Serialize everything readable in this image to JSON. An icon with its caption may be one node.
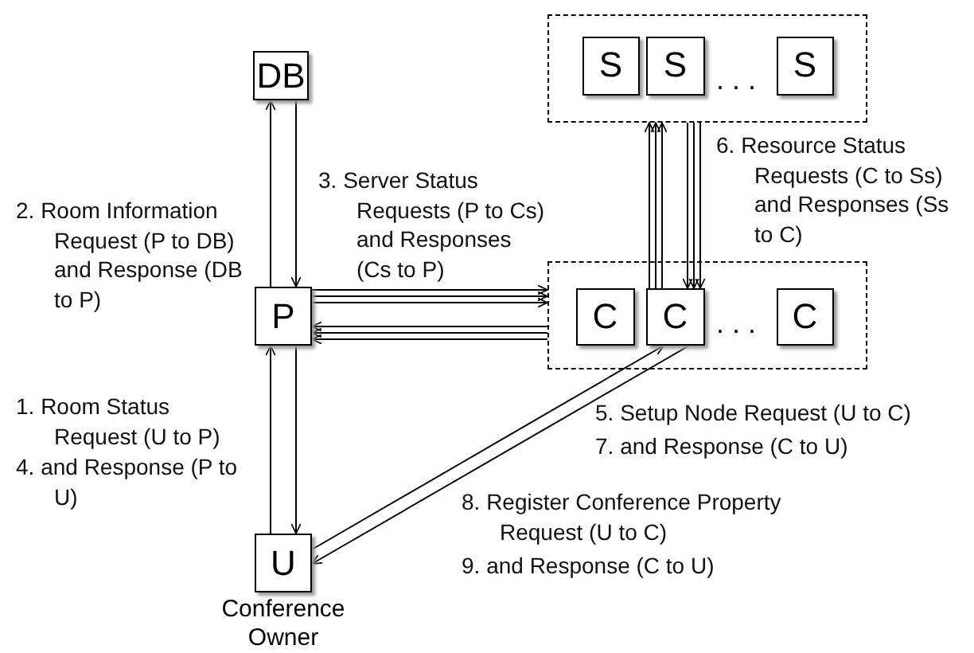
{
  "diagram": {
    "nodes": [
      {
        "text": [
          "DB"
        ]
      },
      {
        "text": [],
        "shape": "box"
      },
      {
        "text": [
          "S"
        ],
        "in": 1
      },
      {
        "text": [
          "S"
        ],
        "in": 1
      },
      {
        "text": [
          "S"
        ],
        "in": 1
      },
      {
        "text": [
          "P"
        ]
      },
      {
        "text": [],
        "shape": "box"
      },
      {
        "text": [
          "C"
        ],
        "in": 6
      },
      {
        "text": [
          "C"
        ],
        "in": 6
      },
      {
        "text": [
          "C"
        ],
        "in": 6
      },
      {
        "text": [
          "U"
        ],
        "beside": [
          "Conference Owner"
        ]
      }
    ],
    "edges": [
      {
        "from": 5,
        "to": 0,
        "arrow": "to"
      },
      {
        "from": 0,
        "to": 5,
        "arrow": "to"
      },
      {
        "from": 5,
        "to": 6,
        "arrow": "to"
      },
      {
        "from": 5,
        "to": 6,
        "arrow": "to"
      },
      {
        "from": 5,
        "to": 6,
        "arrow": "to"
      },
      {
        "from": 6,
        "to": 5,
        "arrow": "to"
      },
      {
        "from": 6,
        "to": 5,
        "arrow": "to"
      },
      {
        "from": 6,
        "to": 5,
        "arrow": "to"
      },
      {
        "from": 8,
        "to": 1,
        "arrow": "to"
      },
      {
        "from": 8,
        "to": 1,
        "arrow": "to"
      },
      {
        "from": 8,
        "to": 1,
        "arrow": "to"
      },
      {
        "from": 1,
        "to": 8,
        "arrow": "to"
      },
      {
        "from": 1,
        "to": 8,
        "arrow": "to"
      },
      {
        "from": 1,
        "to": 8,
        "arrow": "to"
      },
      {
        "from": 10,
        "to": 5,
        "arrow": "to"
      },
      {
        "from": 5,
        "to": 10,
        "arrow": "to"
      },
      {
        "from": 10,
        "to": 8,
        "arrow": "to"
      },
      {
        "from": 8,
        "to": 10,
        "arrow": "to"
      }
    ],
    "labels": [
      ". . .",
      "6. Resource Status Requests (C to Ss) and Responses (Ss to C)",
      "3. Server Status Requests (P to Cs) and Responses (Cs to P)",
      "2. Room Information Request (P to DB) and Response (DB to P)",
      ". . .",
      "1. Room Status Request (U to P)",
      "5. Setup Node Request (U to C)",
      "7. and Response (C to U)",
      "4. and Response (P to U)",
      "8. Register Conference Property Request (U to C)",
      "9. and Response (C to U)"
    ]
  }
}
